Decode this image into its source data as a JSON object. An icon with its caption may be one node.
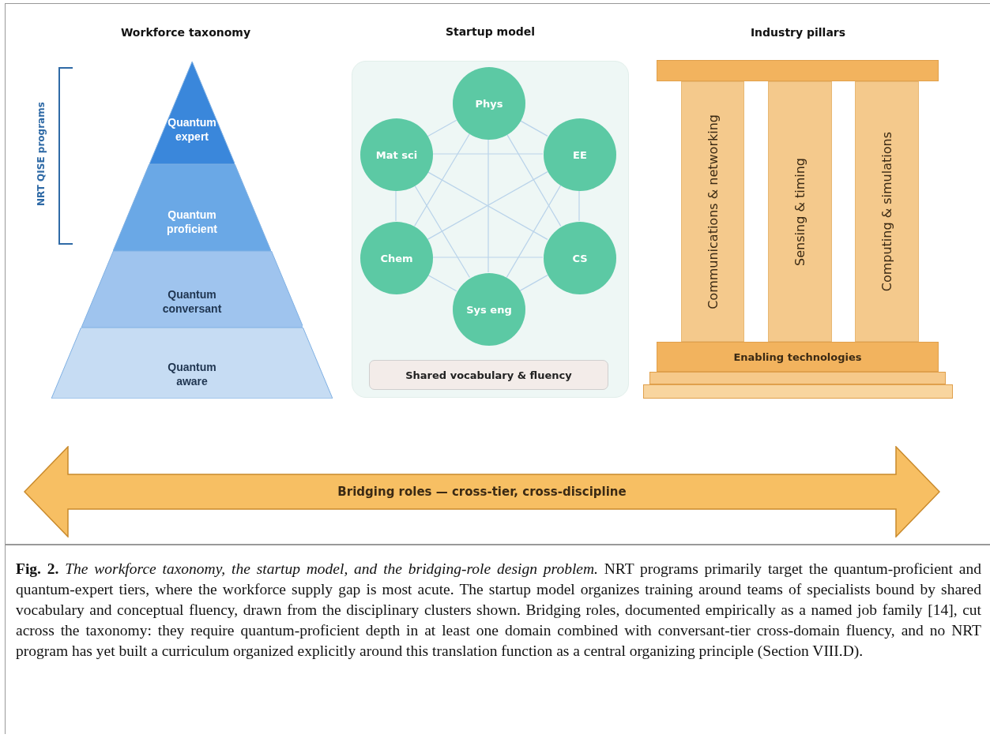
{
  "diagram": {
    "caption": "**Fig. 2.** *The workforce taxonomy, the startup model, and the bridging-role design problem.* NRT programs primarily target the quantum-proficient and quantum-expert tiers, where the workforce supply gap is most acute. The startup model organizes training around teams of specialists bound by shared vocabulary and conceptual fluency, drawn from the disciplinary clusters shown. Bridging roles, documented empirically as a named job family [14], cut across the taxonomy: they require quantum-proficient depth in at least one domain combined with conversant-tier cross-domain fluency, and no NRT program has yet built a curriculum organized explicitly around this translation function as a central organizing principle (Section VIII.D).",
    "nodes": [
      {
        "text": [
          "Quantum expert"
        ]
      },
      {
        "text": [
          "Quantum proficient"
        ]
      },
      {
        "text": [
          "Quantum conversant"
        ]
      },
      {
        "text": [
          "Quantum aware"
        ]
      },
      {
        "text": [
          "Startup model"
        ]
      },
      {
        "text": [
          "Phys"
        ],
        "in": 4
      },
      {
        "text": [
          "Mat sci"
        ],
        "in": 4
      },
      {
        "text": [
          "EE"
        ],
        "in": 4
      },
      {
        "text": [
          "Chem"
        ],
        "in": 4
      },
      {
        "text": [
          "CS"
        ],
        "in": 4
      },
      {
        "text": [
          "Sys eng"
        ],
        "in": 4
      },
      {
        "text": [
          "Shared vocabulary & fluency"
        ],
        "in": 4
      },
      {
        "text": [],
        "shape": "bar"
      },
      {
        "text": [
          "Communications & networking"
        ]
      },
      {
        "text": [
          "Sensing & timing"
        ]
      },
      {
        "text": [
          "Computing & simulations"
        ]
      },
      {
        "text": [
          "Enabling technologies"
        ]
      },
      {
        "text": [],
        "shape": "bar"
      },
      {
        "text": [],
        "shape": "bar"
      },
      {
        "text": [
          "Bridging roles — cross-tier, cross-discipline"
        ]
      }
    ],
    "edges": [
      {
        "from": 5,
        "to": 7,
        "arrow": "none"
      },
      {
        "from": 5,
        "to": 6,
        "arrow": "none"
      },
      {
        "from": 5,
        "to": 10,
        "arrow": "none"
      },
      {
        "from": 5,
        "to": 8,
        "arrow": "none"
      },
      {
        "from": 5,
        "to": 9,
        "arrow": "none"
      },
      {
        "from": 6,
        "to": 7,
        "arrow": "none"
      },
      {
        "from": 6,
        "to": 8,
        "arrow": "none"
      },
      {
        "from": 6,
        "to": 9,
        "arrow": "none"
      },
      {
        "from": 6,
        "to": 10,
        "arrow": "none"
      },
      {
        "from": 7,
        "to": 9,
        "arrow": "none"
      },
      {
        "from": 7,
        "to": 8,
        "arrow": "none"
      },
      {
        "from": 7,
        "to": 10,
        "arrow": "none"
      },
      {
        "from": 8,
        "to": 9,
        "arrow": "none"
      },
      {
        "from": 8,
        "to": 10,
        "arrow": "none"
      },
      {
        "from": 9,
        "to": 10,
        "arrow": "none"
      }
    ],
    "labels": [
      "Workforce taxonomy",
      "Industry pillars",
      "NRT QISE programs"
    ]
  }
}
